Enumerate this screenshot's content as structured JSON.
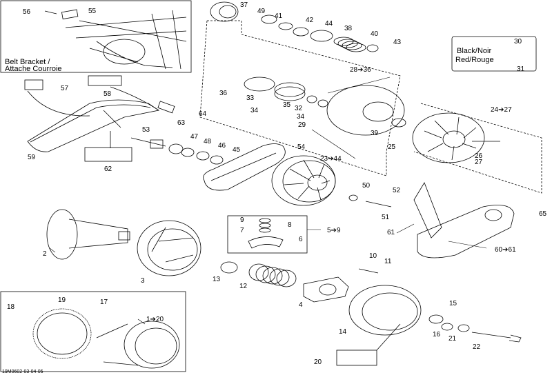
{
  "diagram": {
    "code": "19M0602-03-04-05",
    "belt_bracket_label_line1": "Belt Bracket /",
    "belt_bracket_label_line2": "Attache Courroie",
    "color_legend": {
      "top_ref": "30",
      "black": "Black/Noir",
      "red": "Red/Rouge",
      "bottom_ref": "31"
    },
    "parts": [
      {
        "id": "p56",
        "text": "56"
      },
      {
        "id": "p55",
        "text": "55"
      },
      {
        "id": "p37",
        "text": "37"
      },
      {
        "id": "p49",
        "text": "49"
      },
      {
        "id": "p41",
        "text": "41"
      },
      {
        "id": "p42",
        "text": "42"
      },
      {
        "id": "p44",
        "text": "44"
      },
      {
        "id": "p38",
        "text": "38"
      },
      {
        "id": "p40",
        "text": "40"
      },
      {
        "id": "p43",
        "text": "43"
      },
      {
        "id": "p28",
        "text": "28➔36"
      },
      {
        "id": "p57",
        "text": "57"
      },
      {
        "id": "p58",
        "text": "58"
      },
      {
        "id": "p36",
        "text": "36"
      },
      {
        "id": "p33",
        "text": "33"
      },
      {
        "id": "p35",
        "text": "35"
      },
      {
        "id": "p32",
        "text": "32"
      },
      {
        "id": "p34a",
        "text": "34"
      },
      {
        "id": "p34b",
        "text": "34"
      },
      {
        "id": "p29",
        "text": "29"
      },
      {
        "id": "p24",
        "text": "24➔27"
      },
      {
        "id": "p64",
        "text": "64"
      },
      {
        "id": "p63",
        "text": "63"
      },
      {
        "id": "p53",
        "text": "53"
      },
      {
        "id": "p47",
        "text": "47"
      },
      {
        "id": "p48",
        "text": "48"
      },
      {
        "id": "p46",
        "text": "46"
      },
      {
        "id": "p45",
        "text": "45"
      },
      {
        "id": "p39",
        "text": "39"
      },
      {
        "id": "p25",
        "text": "25"
      },
      {
        "id": "p26",
        "text": "26"
      },
      {
        "id": "p27",
        "text": "27"
      },
      {
        "id": "p54",
        "text": "54"
      },
      {
        "id": "p23",
        "text": "23➔44"
      },
      {
        "id": "p59",
        "text": "59"
      },
      {
        "id": "p62",
        "text": "62"
      },
      {
        "id": "p50",
        "text": "50"
      },
      {
        "id": "p52",
        "text": "52"
      },
      {
        "id": "p51",
        "text": "51"
      },
      {
        "id": "p65",
        "text": "65"
      },
      {
        "id": "p61",
        "text": "61"
      },
      {
        "id": "p60",
        "text": "60➔61"
      },
      {
        "id": "p9",
        "text": "9"
      },
      {
        "id": "p8",
        "text": "8"
      },
      {
        "id": "p7",
        "text": "7"
      },
      {
        "id": "p6",
        "text": "6"
      },
      {
        "id": "p5",
        "text": "5➔9"
      },
      {
        "id": "p2",
        "text": "2"
      },
      {
        "id": "p3",
        "text": "3"
      },
      {
        "id": "p13",
        "text": "13"
      },
      {
        "id": "p12",
        "text": "12"
      },
      {
        "id": "p10",
        "text": "10"
      },
      {
        "id": "p11",
        "text": "11"
      },
      {
        "id": "p4",
        "text": "4"
      },
      {
        "id": "p18",
        "text": "18"
      },
      {
        "id": "p19",
        "text": "19"
      },
      {
        "id": "p17",
        "text": "17"
      },
      {
        "id": "p1",
        "text": "1➔20"
      },
      {
        "id": "p15",
        "text": "15"
      },
      {
        "id": "p14",
        "text": "14"
      },
      {
        "id": "p16",
        "text": "16"
      },
      {
        "id": "p21",
        "text": "21"
      },
      {
        "id": "p22",
        "text": "22"
      },
      {
        "id": "p20",
        "text": "20"
      }
    ]
  }
}
